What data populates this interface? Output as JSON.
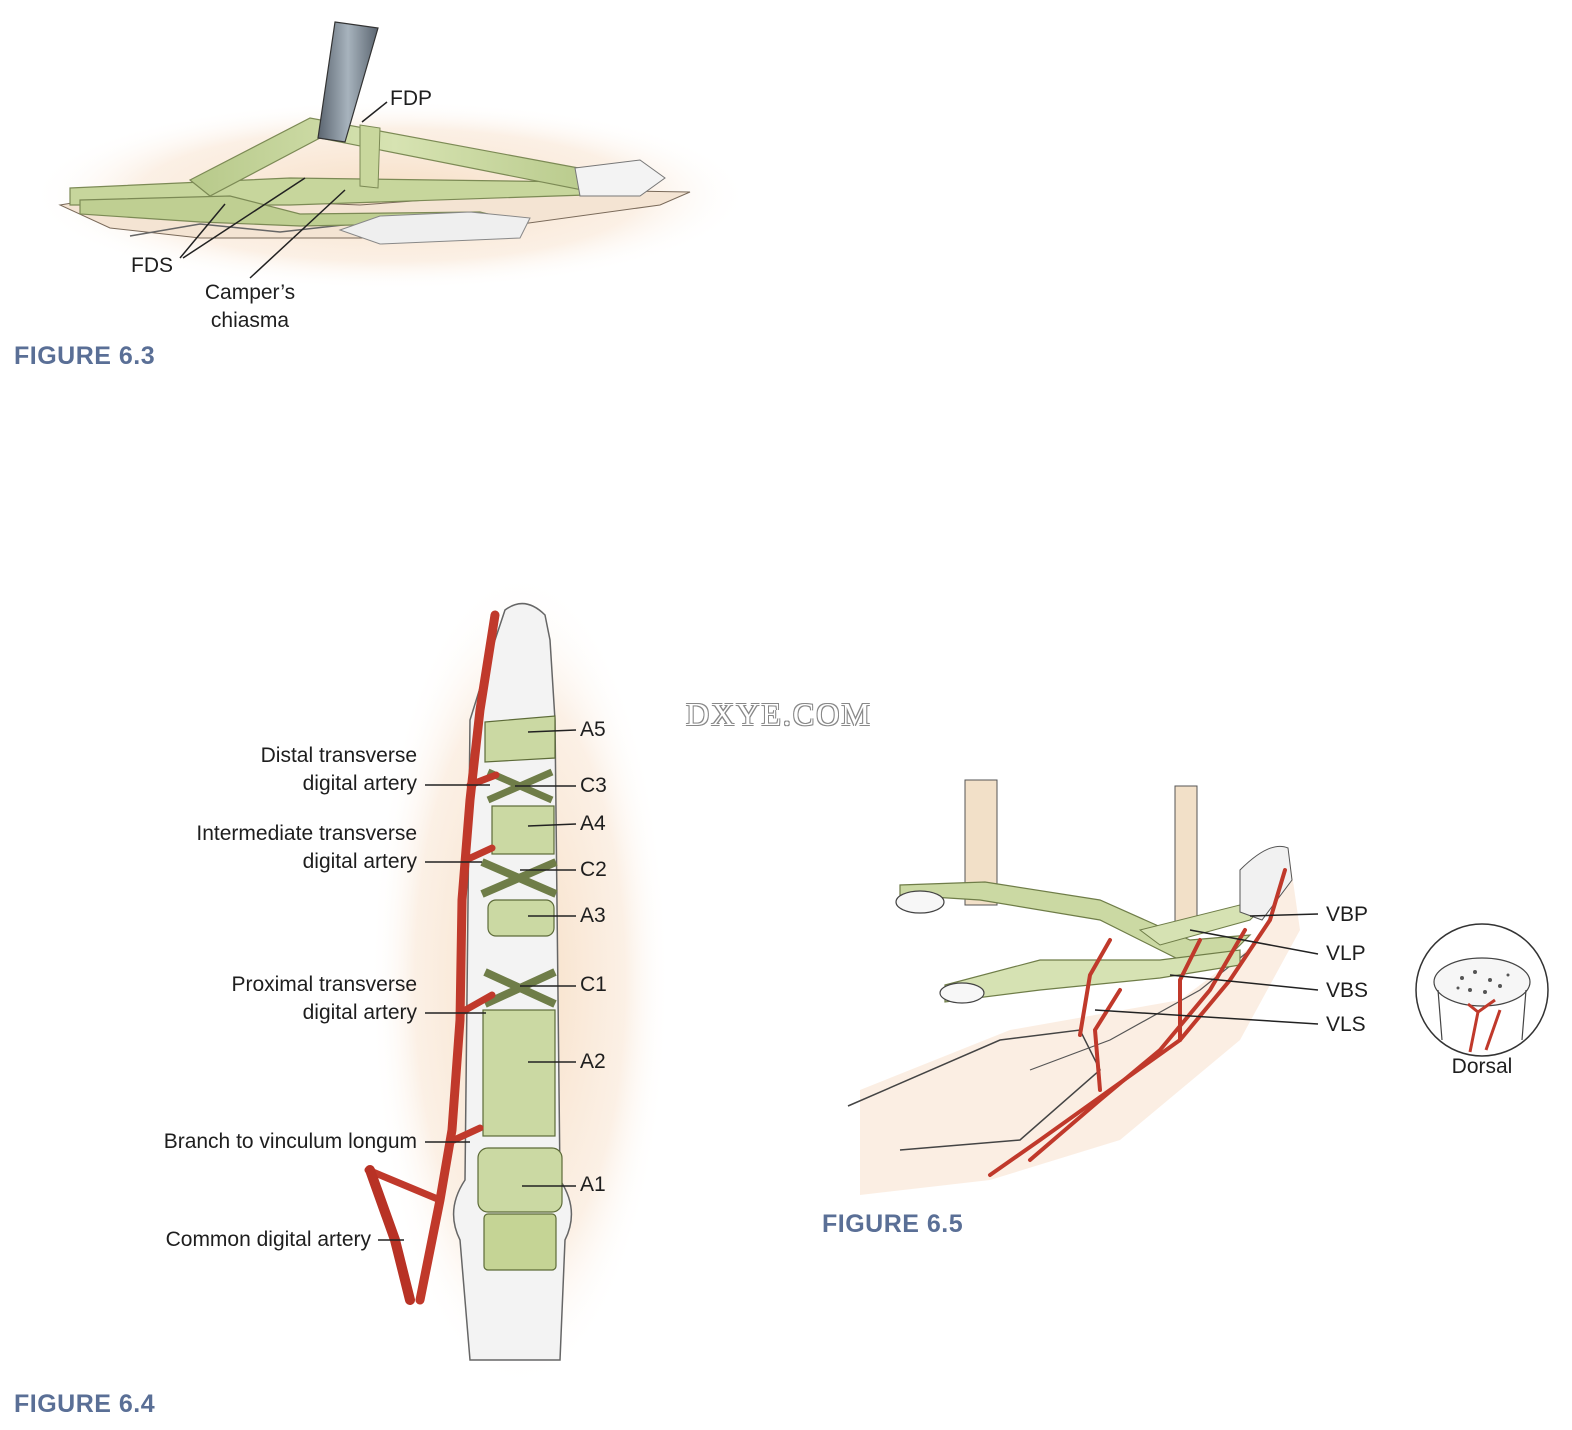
{
  "figure_6_3": {
    "caption": "FIGURE 6.3",
    "labels": {
      "fdp": "FDP",
      "fds": "FDS",
      "campers_line1": "Camper’s",
      "campers_line2": "chiasma"
    }
  },
  "figure_6_4": {
    "caption": "FIGURE  6.4",
    "pulleys": [
      "A5",
      "C3",
      "A4",
      "C2",
      "A3",
      "C1",
      "A2",
      "A1"
    ],
    "arteries": {
      "distal_line1": "Distal transverse",
      "distal_line2": "digital artery",
      "intermediate_line1": "Intermediate transverse",
      "intermediate_line2": "digital artery",
      "proximal_line1": "Proximal transverse",
      "proximal_line2": "digital artery",
      "vinculum": "Branch to vinculum longum",
      "common": "Common digital artery"
    }
  },
  "figure_6_5": {
    "caption": "FIGURE  6.5",
    "vincula": [
      "VBP",
      "VLP",
      "VBS",
      "VLS"
    ],
    "inset_label": "Dorsal"
  },
  "watermark": "DXYE.COM",
  "colors": {
    "caption": "#5a6f96",
    "tendon": "#cbd9a3",
    "artery": "#c0392b",
    "skin": "#f6e2cc",
    "bone": "#f1f1f1"
  }
}
